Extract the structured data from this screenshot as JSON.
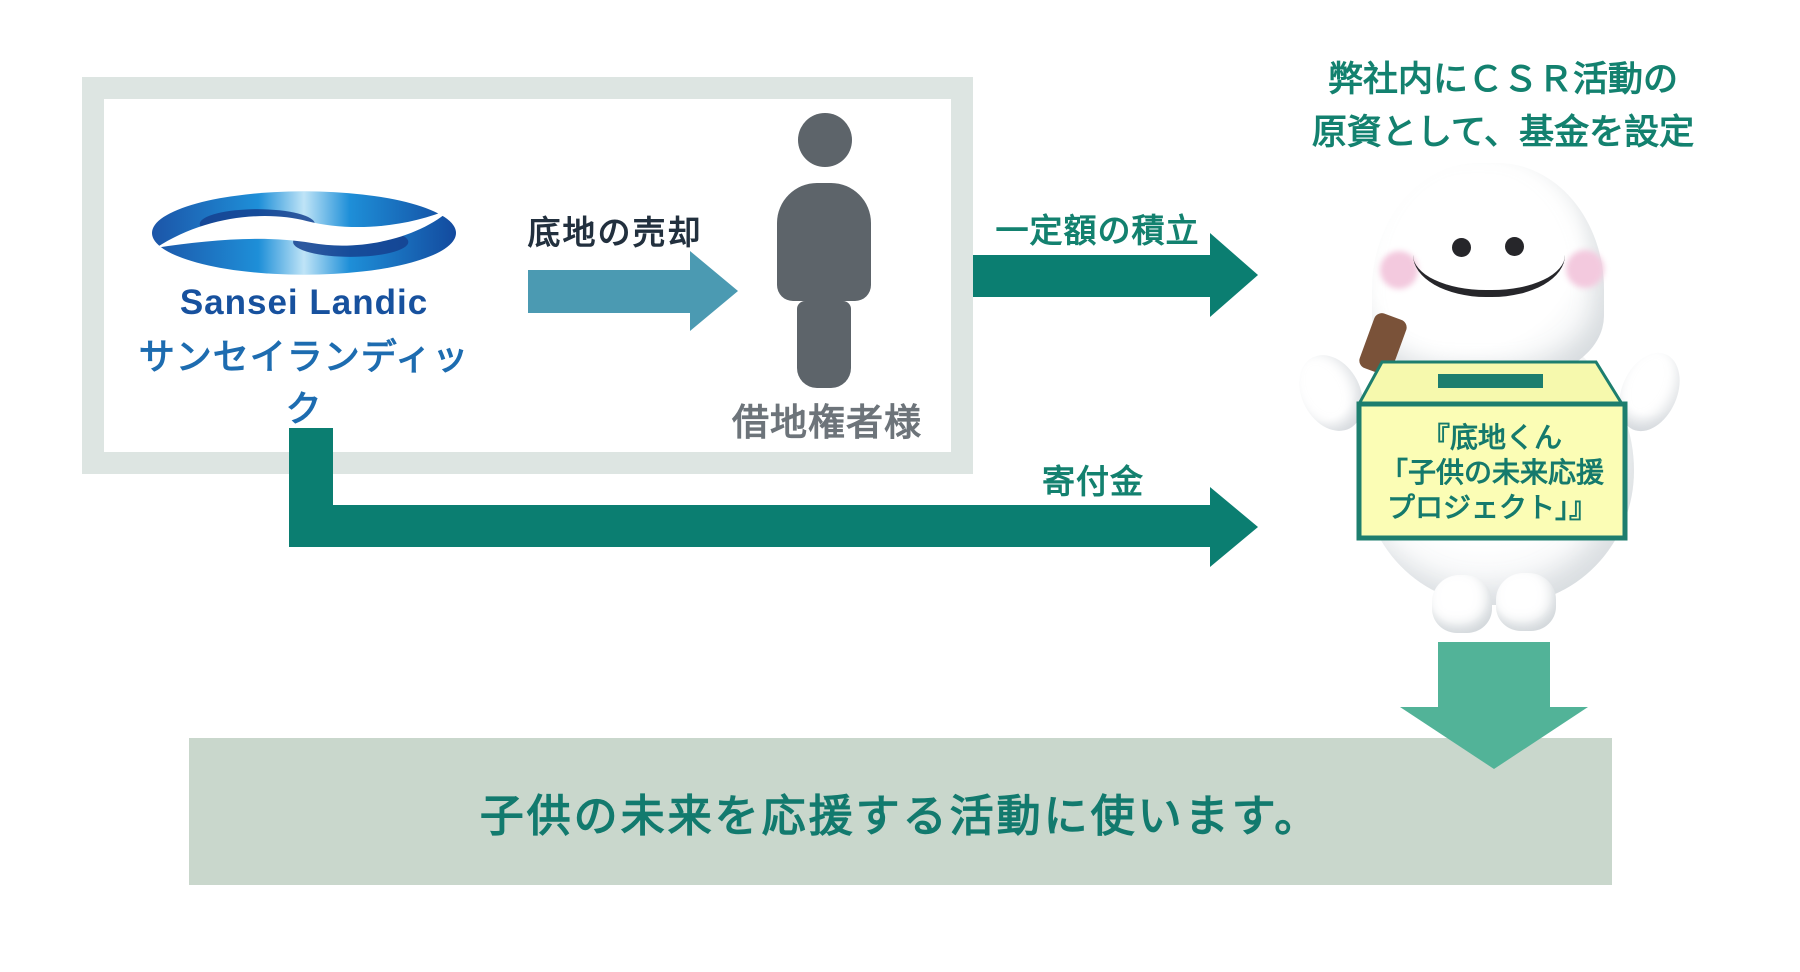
{
  "diagram": {
    "company": {
      "logo_en": "Sansei Landic",
      "logo_ja": "サンセイランディック"
    },
    "arrows": {
      "sale_label": "底地の売却",
      "accumulation_label": "一定額の積立",
      "donation_label": "寄付金"
    },
    "leaseholder_label": "借地権者様",
    "fund_note": {
      "line1": "弊社内にＣＳＲ活動の",
      "line2": "原資として、基金を設定"
    },
    "donation_box": {
      "line1": "『底地くん",
      "line2": "「子供の未来応援",
      "line3": "プロジェクト」』"
    },
    "banner_text": "子供の未来を応援する活動に使います。",
    "colors": {
      "teal_arrow": "#0b7e71",
      "teal_text": "#13816f",
      "blue_arrow": "#4b9ab2",
      "frame_border": "#dde5e2",
      "banner_bg": "#c9d7cc",
      "down_arrow": "#52b398",
      "logo_blue": "#17519e",
      "box_yellow": "#fbfdb5",
      "person_gray": "#5d646a"
    }
  }
}
